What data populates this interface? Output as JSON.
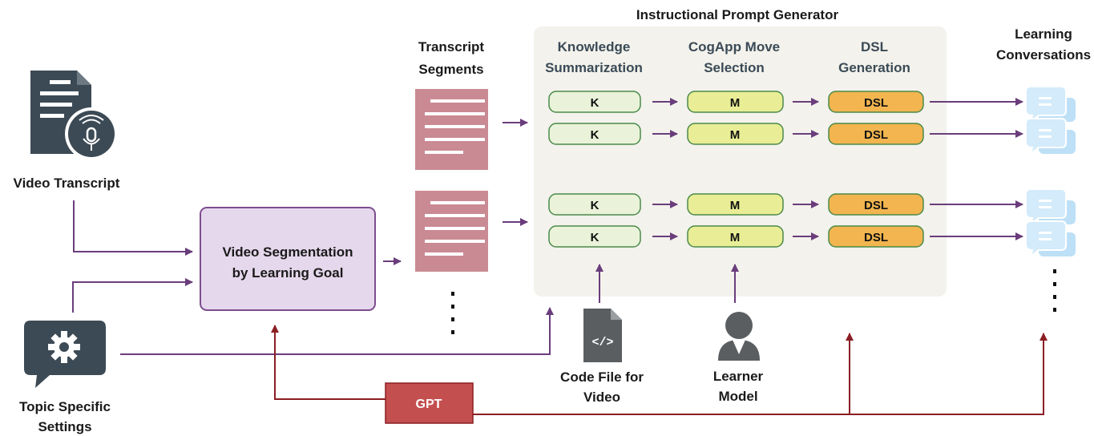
{
  "title": "Instructional Prompt Generator",
  "inputs": {
    "video_transcript": "Video Transcript",
    "topic_settings_line1": "Topic Specific",
    "topic_settings_line2": "Settings"
  },
  "segmentation": {
    "line1": "Video Segmentation",
    "line2": "by Learning Goal"
  },
  "transcript_segments": {
    "line1": "Transcript",
    "line2": "Segments"
  },
  "columns": {
    "knowledge_line1": "Knowledge",
    "knowledge_line2": "Summarization",
    "cogapp_line1": "CogApp Move",
    "cogapp_line2": "Selection",
    "dsl_line1": "DSL",
    "dsl_line2": "Generation"
  },
  "pills": {
    "k": "K",
    "m": "M",
    "dsl": "DSL"
  },
  "outputs": {
    "line1": "Learning",
    "line2": "Conversations"
  },
  "code_file": {
    "line1": "Code File for",
    "line2": "Video"
  },
  "learner_model": {
    "line1": "Learner",
    "line2": "Model"
  },
  "gpt": "GPT",
  "colors": {
    "purple_arrow": "#6a3d7c",
    "red_arrow": "#8b1e24",
    "segmentation_fill": "#e6d8ec",
    "segmentation_stroke": "#7d4d8e",
    "generator_bg": "#f3f2ec",
    "doc_fill": "#c98a93",
    "k_fill": "#eaf3d9",
    "m_fill": "#e9ee96",
    "dsl_fill": "#f2b54f",
    "pill_stroke": "#4a8a4a",
    "gpt_fill": "#c44f4f",
    "icon_dark": "#3c4a55",
    "chat_icon": "#bde0f6"
  }
}
